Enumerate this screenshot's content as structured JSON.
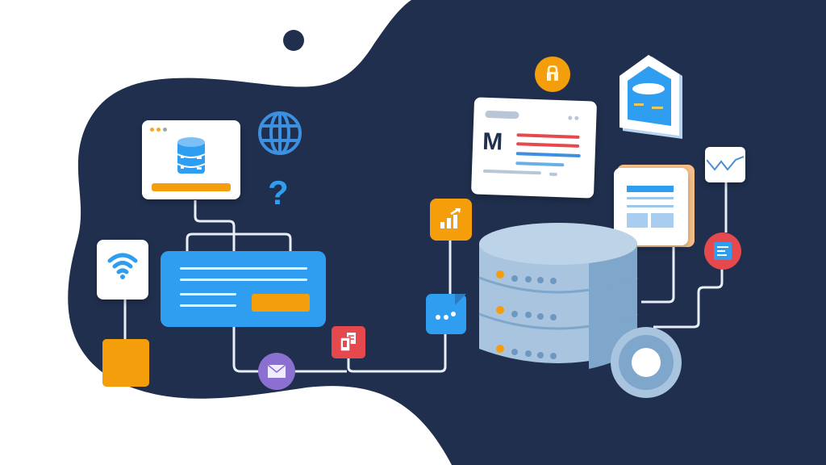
{
  "scene": {
    "type": "illustration",
    "subject": "network of data services connected to a central database server",
    "background_color": "#ffffff",
    "blob_color": "#1f2f4d"
  },
  "colors": {
    "navy": "#1f2f4d",
    "blue": "#2f9ef0",
    "orange": "#f59e0b",
    "red": "#e5484d",
    "purple": "#8b6fd1",
    "server_light": "#a9c4de",
    "server_dark": "#7fa6cb",
    "connector": "#e8eef6"
  },
  "elements": {
    "db_window": {
      "label": "database window",
      "dots": [
        "#f5a623",
        "#f5a623",
        "#9aa8a0"
      ]
    },
    "globe": {
      "label": "globe"
    },
    "question": {
      "glyph": "?"
    },
    "main_panel": {
      "label": "content panel"
    },
    "wifi_card": {
      "label": "wifi"
    },
    "orange_block": {
      "label": "orange block"
    },
    "mail_node": {
      "label": "mail"
    },
    "doc_node": {
      "label": "documents"
    },
    "chat_node": {
      "label": "chat bubble"
    },
    "chart_node": {
      "label": "growth chart"
    },
    "lock_node": {
      "label": "lock"
    },
    "mail_card": {
      "letter": "M"
    },
    "house_card": {
      "label": "house card"
    },
    "doc_card": {
      "label": "document card"
    },
    "wave_card": {
      "label": "line chart card"
    },
    "form_node": {
      "label": "form"
    },
    "server": {
      "label": "database server",
      "tiers": 3
    },
    "disc": {
      "label": "disc"
    }
  }
}
